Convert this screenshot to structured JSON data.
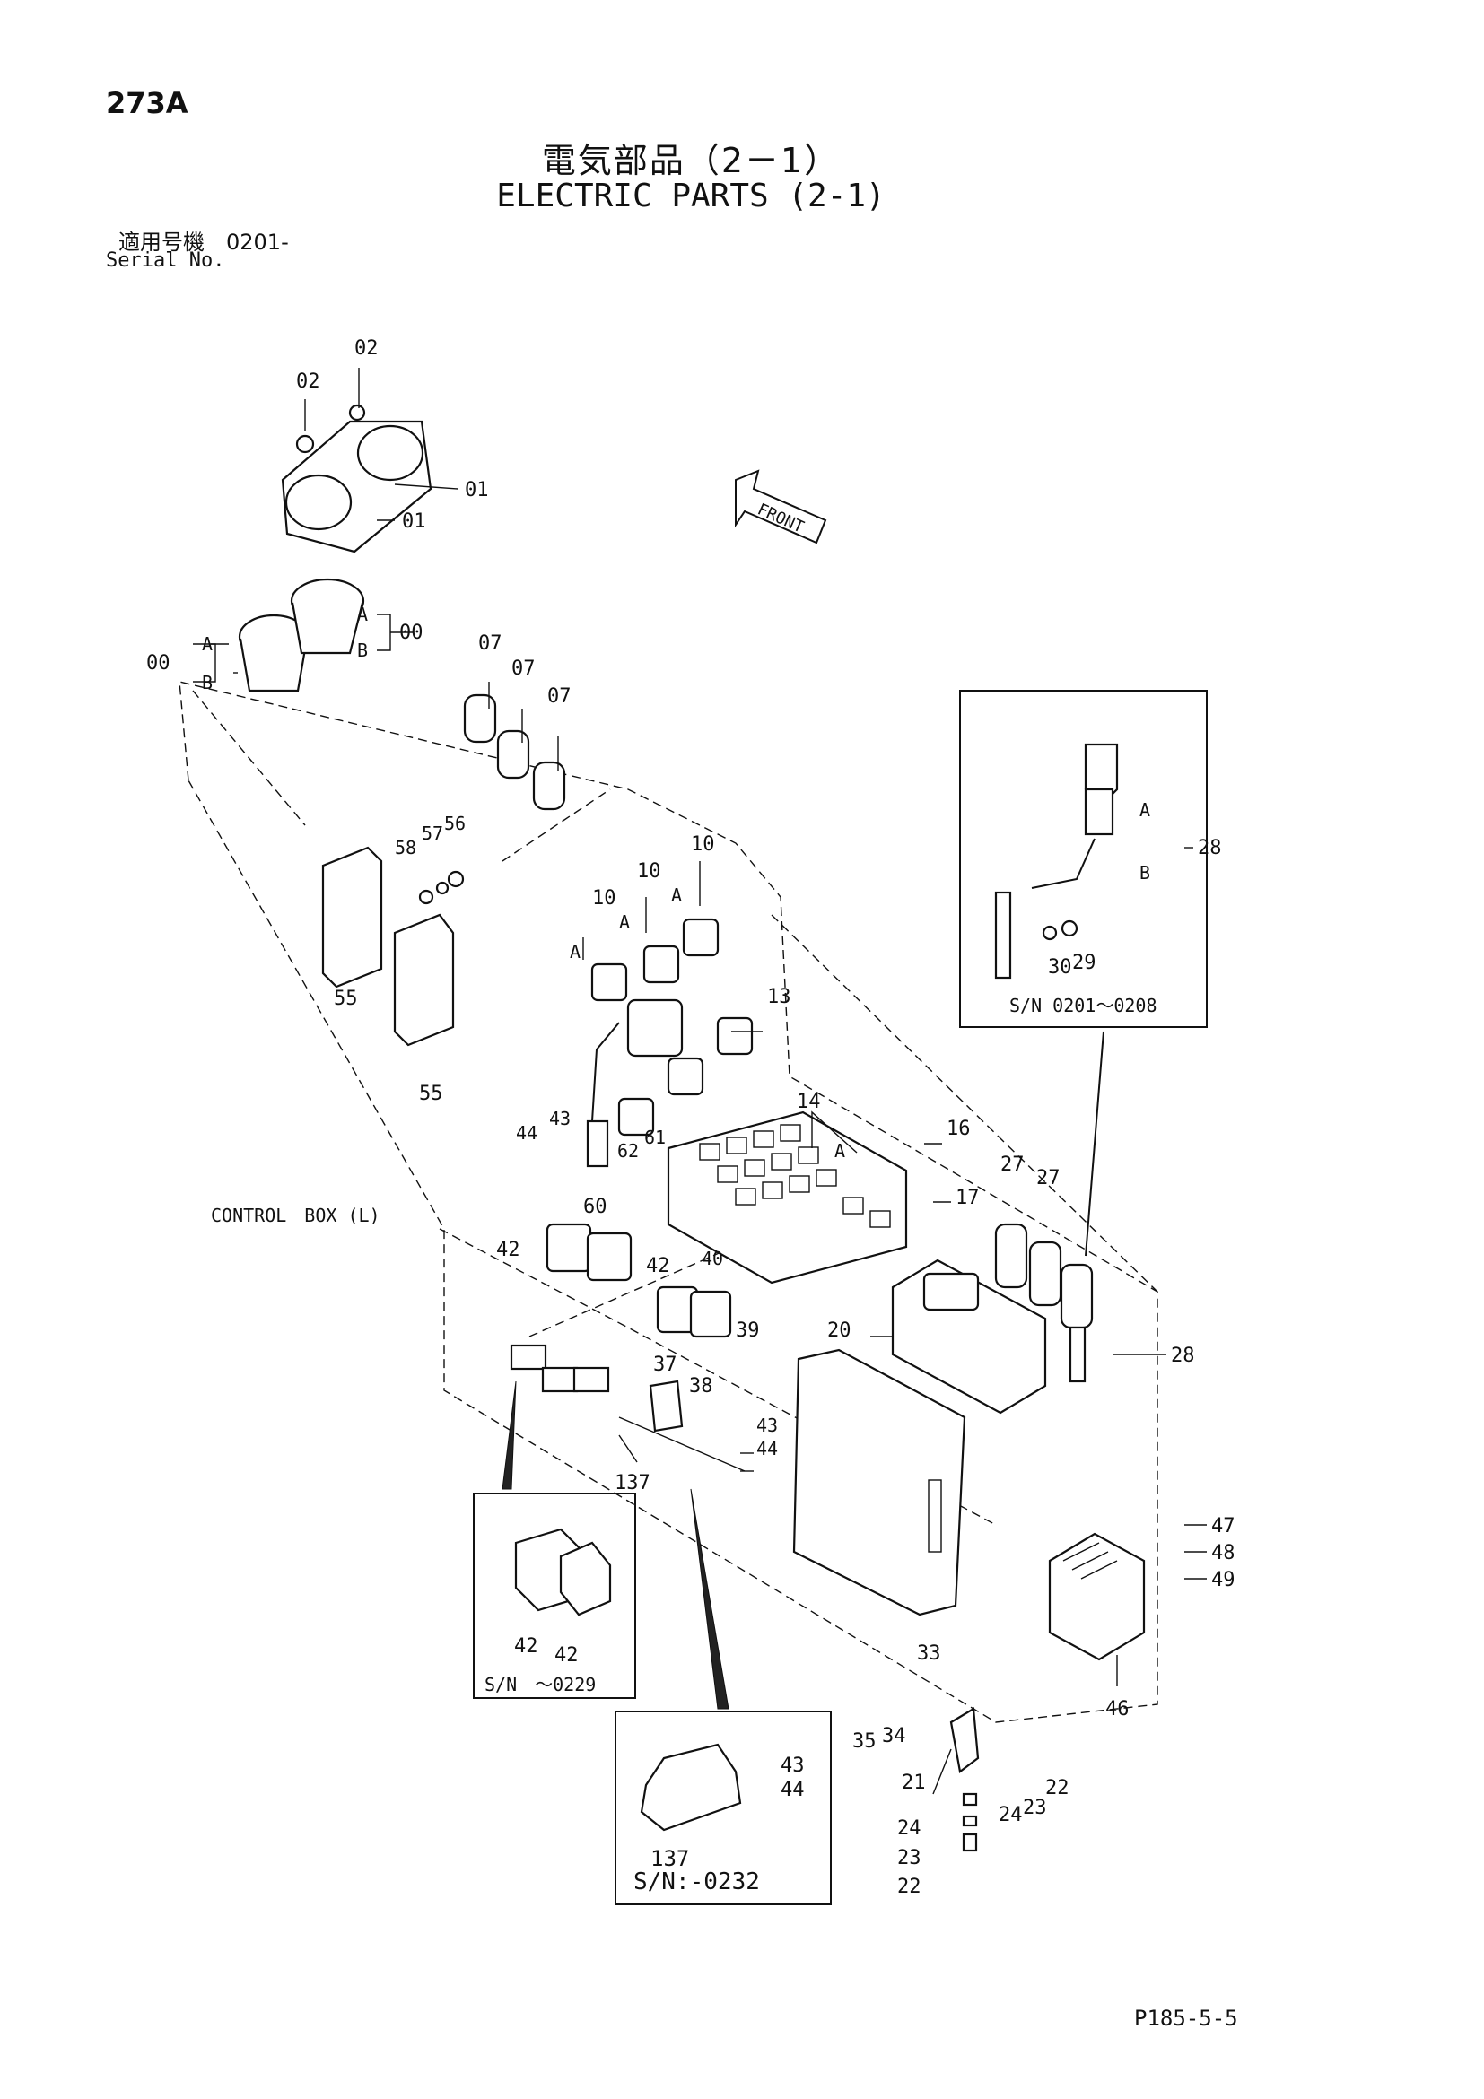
{
  "header": {
    "page_number": "273A",
    "title_ja": "電気部品（2－1）",
    "title_en": "ELECTRIC PARTS (2-1)",
    "serial_ja": "適用号機　0201-",
    "serial_en": "Serial No.",
    "page_ref": "P185-5-5"
  },
  "labels": {
    "front": "FRONT",
    "control_box": "CONTROL　BOX (L)",
    "sn_inset_top": "S/N 0201～0208",
    "sn_inset_relay": "S/N　～0229",
    "sn_inset_cover": "S/N:-0232",
    "letter_a": "A",
    "letter_b": "B"
  },
  "callouts": {
    "p00": "00",
    "p01": "01",
    "p02": "02",
    "p07": "07",
    "p10": "10",
    "p13": "13",
    "p14": "14",
    "p16": "16",
    "p17": "17",
    "p20": "20",
    "p21": "21",
    "p22": "22",
    "p23": "23",
    "p24": "24",
    "p27": "27",
    "p28": "28",
    "p29": "29",
    "p30": "30",
    "p33": "33",
    "p34": "34",
    "p35": "35",
    "p37": "37",
    "p38": "38",
    "p39": "39",
    "p40": "40",
    "p42": "42",
    "p43": "43",
    "p44": "44",
    "p46": "46",
    "p47": "47",
    "p48": "48",
    "p49": "49",
    "p55": "55",
    "p56": "56",
    "p57": "57",
    "p58": "58",
    "p60": "60",
    "p61": "61",
    "p62": "62",
    "p137": "137"
  }
}
